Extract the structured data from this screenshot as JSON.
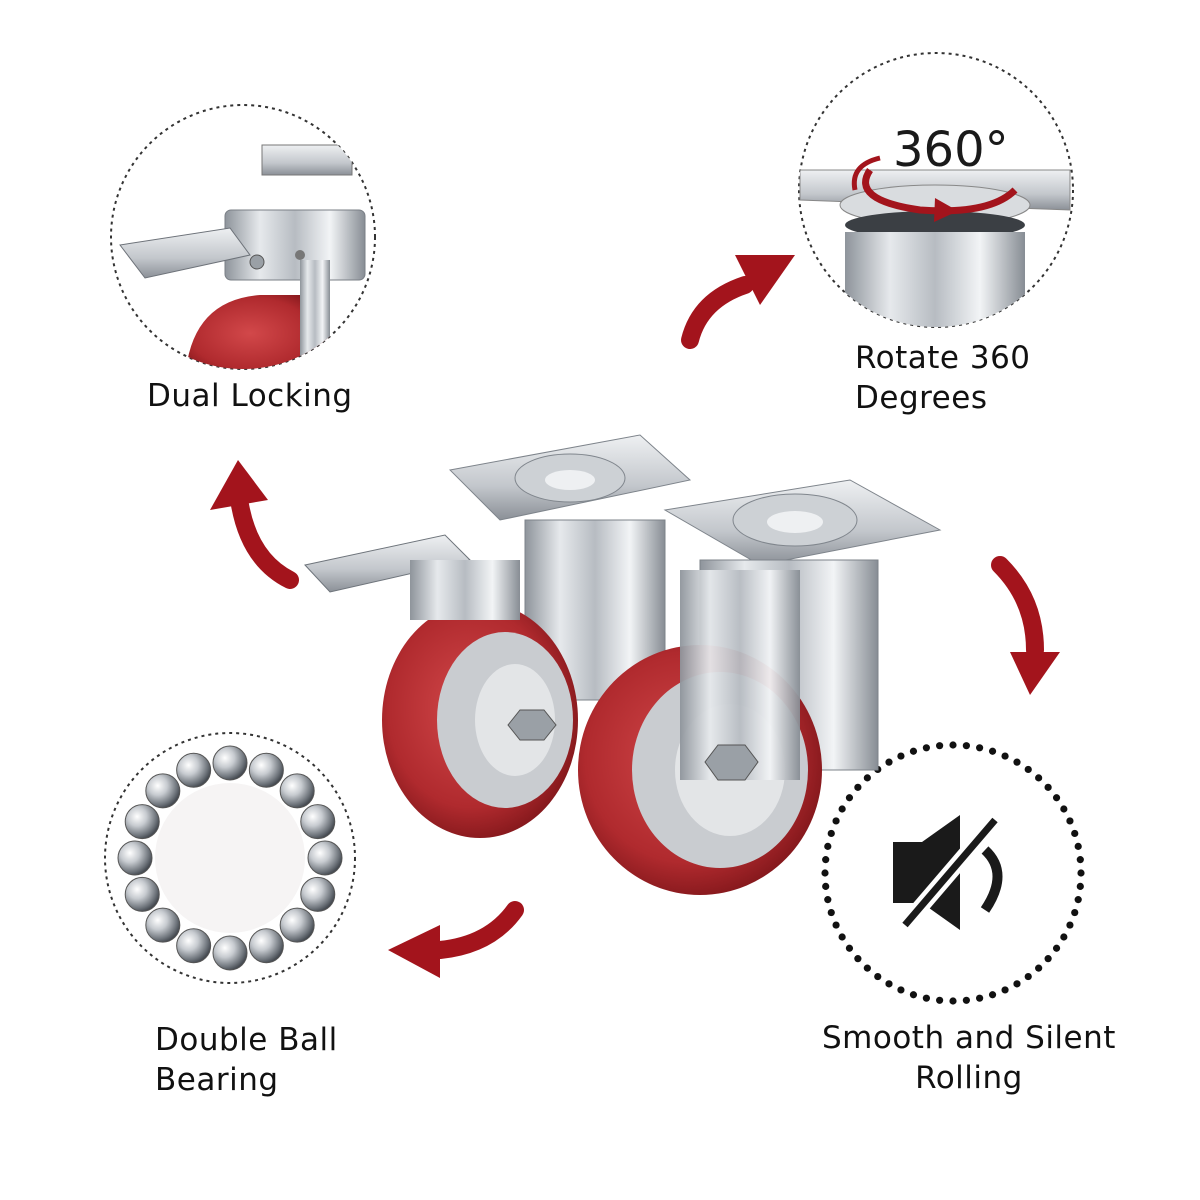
{
  "features": {
    "locking": {
      "label": "Dual Locking"
    },
    "rotation": {
      "line1": "Rotate 360",
      "line2": "Degrees",
      "badge": "360°"
    },
    "bearing": {
      "line1": "Double Ball",
      "line2": "Bearing"
    },
    "silent": {
      "line1": "Smooth and Silent",
      "line2": "Rolling"
    }
  },
  "icons": {
    "locking": "brake-caster-closeup",
    "rotation": "swivel-plate-closeup",
    "bearing": "ball-bearing-ring",
    "silent": "muted-speaker-icon",
    "arrows": "curved-red-arrow"
  },
  "colors": {
    "accent_red": "#a3141c",
    "wheel_red": "#b32d31",
    "steel": "#c8ccd1",
    "text": "#111111"
  }
}
